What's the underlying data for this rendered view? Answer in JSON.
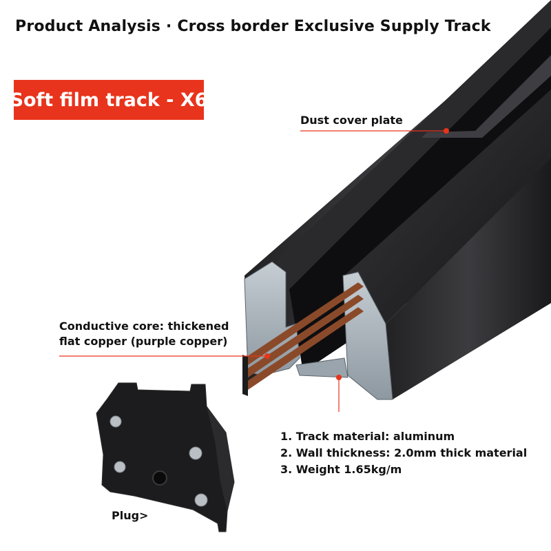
{
  "title": "Product Analysis · Cross border Exclusive Supply Track",
  "badge": {
    "text": "Soft film track - X6",
    "color": "#e8341c"
  },
  "callouts": {
    "dust_cover": "Dust cover plate",
    "core_line1": "Conductive core: thickened",
    "core_line2": "flat copper (purple copper)",
    "plug": "Plug>"
  },
  "specs": [
    "1. Track material: aluminum",
    "2. Wall thickness: 2.0mm thick material",
    "3. Weight 1.65kg/m"
  ],
  "colors": {
    "leader_line": "#e8341c",
    "track_black": "#1a1a1c",
    "aluminum": "#aab4bc",
    "copper": "#8a4a2a"
  }
}
